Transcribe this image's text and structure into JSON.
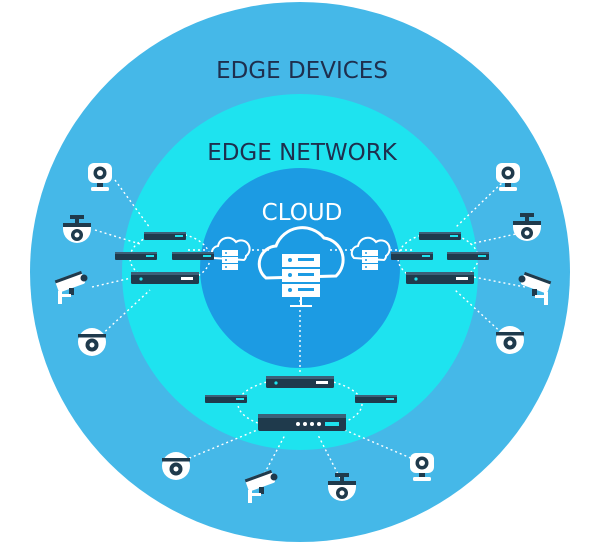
{
  "rings": {
    "outer_label": "EDGE DEVICES",
    "middle_label": "EDGE NETWORK",
    "inner_label": "CLOUD"
  },
  "colors": {
    "outer_ring": "#45b8e8",
    "middle_ring": "#1ee3ef",
    "inner_ring": "#1c9be3",
    "label_text": "#1e2f4e",
    "cloud_text": "#ffffff",
    "device_body": "#1f3a4c",
    "device_accent": "#ffffff",
    "dotted_line": "#ffffff"
  },
  "icons": {
    "cloud_server": "cloud-server-icon",
    "small_cloud_server": "cloud-server-icon",
    "nvr": "network-recorder-icon",
    "switch": "network-switch-icon",
    "dome_camera": "dome-camera-icon",
    "bullet_camera": "bullet-camera-icon",
    "cube_camera": "cube-camera-icon",
    "ceiling_dome_camera": "ceiling-dome-camera-icon"
  }
}
